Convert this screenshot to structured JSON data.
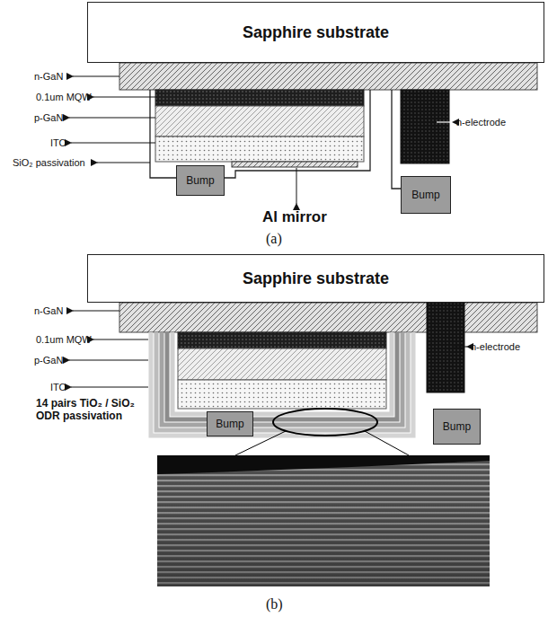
{
  "diagram": {
    "nodes": [
      {
        "text": [
          "Sapphire substrate"
        ]
      },
      {
        "text": [
          "Bump"
        ]
      },
      {
        "text": [
          "Bump"
        ]
      },
      {
        "text": [
          "Sapphire substrate"
        ]
      },
      {
        "text": [
          "Bump"
        ]
      },
      {
        "text": [
          "Bump"
        ]
      }
    ],
    "labels": [
      "n-GaN",
      "0.1um MQW",
      "p-GaN",
      "ITO",
      "SiO₂ passivation",
      "n-electrode",
      "Al mirror",
      "(a)",
      "n-GaN",
      "0.1um MQW",
      "p-GaN",
      "ITO",
      "14 pairs TiO₂ / SiO₂ ODR passivation",
      "n-electrode",
      "(b)"
    ]
  }
}
